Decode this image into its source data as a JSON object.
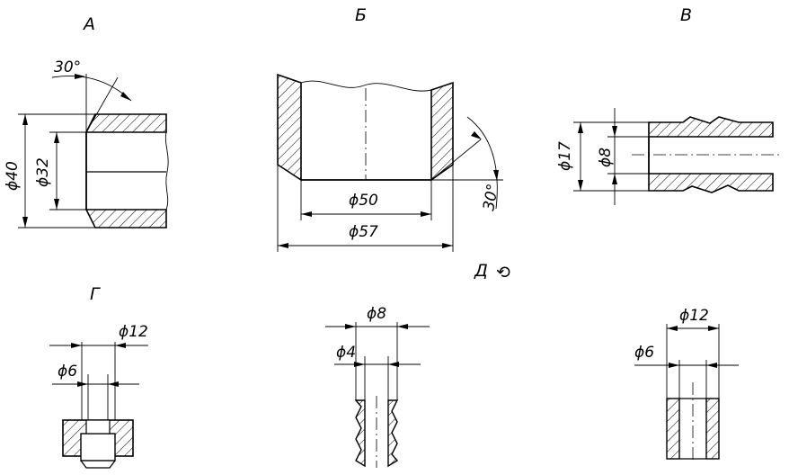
{
  "views": {
    "a": {
      "letter": "А",
      "angle": "30°",
      "dia_outer": "ϕ40",
      "dia_inner": "ϕ32"
    },
    "b": {
      "letter": "Б",
      "angle": "30°",
      "dia_inner": "ϕ50",
      "dia_outer": "ϕ57"
    },
    "v": {
      "letter": "В",
      "dia_outer": "ϕ17",
      "dia_inner": "ϕ8"
    },
    "g": {
      "letter": "Г",
      "dia_outer": "ϕ12",
      "dia_inner": "ϕ6"
    },
    "d": {
      "letter": "Д",
      "symbol": "⟲"
    },
    "d1": {
      "dia_outer": "ϕ8",
      "dia_inner": "ϕ4"
    },
    "d2": {
      "dia_outer": "ϕ12",
      "dia_inner": "ϕ6"
    }
  }
}
